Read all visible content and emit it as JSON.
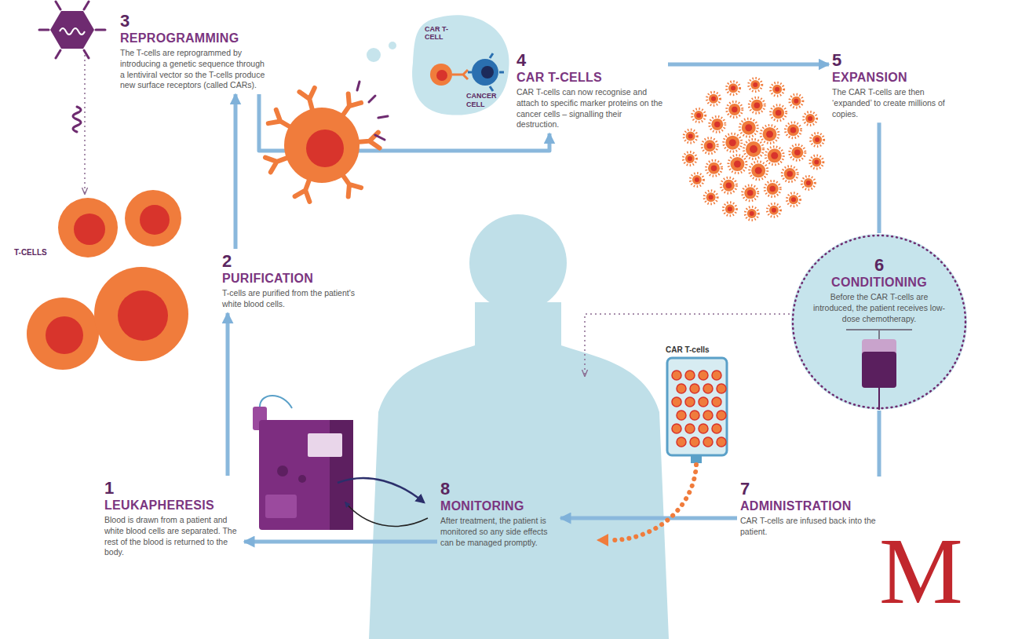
{
  "diagram": {
    "nodes": [
      {
        "text": [
          "1",
          "LEUKAPHERESIS",
          "Blood is drawn from a patient and white blood cells are separated. The rest of the blood is returned to the body."
        ]
      },
      {
        "text": [
          "2",
          "PURIFICATION",
          "T-cells are purified from the patient's white blood cells."
        ]
      },
      {
        "text": [
          "3",
          "REPROGRAMMING",
          "The T-cells are reprogrammed by introducing a genetic sequence through a lentiviral vector so the T-cells produce new surface receptors (called CARs)."
        ]
      },
      {
        "text": [
          "CAR T-CELL",
          "CANCER CELL"
        ]
      },
      {
        "text": [
          "4",
          "CAR T-CELLS",
          "CAR T-cells can now recognise and attach to specific marker proteins on the cancer cells – signalling their destruction."
        ]
      },
      {
        "text": [
          "5",
          "EXPANSION",
          "The CAR T-cells are then ‘expanded’ to create millions of copies."
        ]
      },
      {
        "text": [
          "6",
          "CONDITIONING",
          "Before the CAR T-cells are introduced, the patient receives low-dose chemotherapy."
        ]
      },
      {
        "text": [
          "7",
          "ADMINISTRATION",
          "CAR T-cells are infused back into the patient."
        ]
      },
      {
        "text": [
          "8",
          "MONITORING",
          "After treatment, the patient is monitored so any side effects can be managed promptly."
        ]
      }
    ],
    "edges": [
      {
        "from": 0,
        "to": 1,
        "arrow": "to"
      },
      {
        "from": 1,
        "to": 2,
        "arrow": "to"
      },
      {
        "from": 2,
        "to": 4,
        "arrow": "to"
      },
      {
        "from": 4,
        "to": 5,
        "arrow": "to"
      },
      {
        "from": 5,
        "to": 6,
        "arrow": "none"
      },
      {
        "from": 6,
        "to": 7,
        "arrow": "none"
      },
      {
        "from": 7,
        "to": 8,
        "arrow": "to"
      },
      {
        "from": 8,
        "to": 0,
        "arrow": "to"
      }
    ],
    "labels": [
      "T-CELLS",
      "CAR T-cells",
      "M"
    ]
  }
}
